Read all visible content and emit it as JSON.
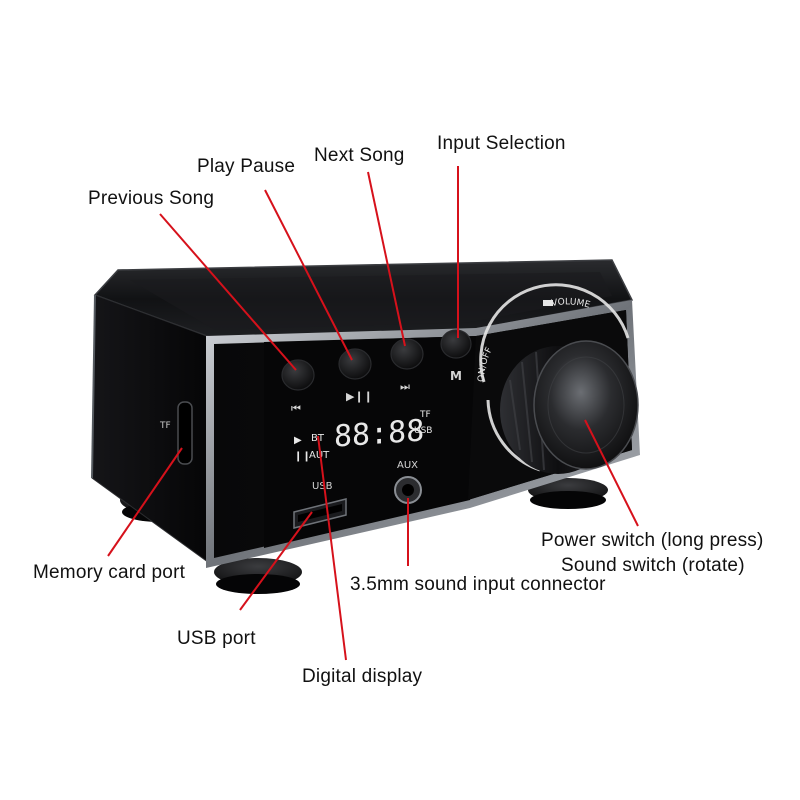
{
  "labels": {
    "previous_song": "Previous Song",
    "play_pause": "Play Pause",
    "next_song": "Next Song",
    "input_selection": "Input Selection",
    "memory_card_port": "Memory card port",
    "usb_port": "USB port",
    "digital_display": "Digital display",
    "sound_input": "3.5mm sound input connector",
    "power_switch": "Power switch (long press)",
    "sound_switch": "Sound switch (rotate)"
  },
  "device": {
    "mode_button_label": "M",
    "side_slot_label": "TF",
    "display_digits": "88:88",
    "display_bt": "BT",
    "display_aut": "AUT",
    "display_tf": "TF",
    "display_usb": "USB",
    "usb_port_label": "USB",
    "aux_label": "AUX",
    "knob_on_off": "ON/OFF",
    "knob_volume": "VOLUME"
  },
  "colors": {
    "leader_line": "#d6111b",
    "body": "#0b0b0c",
    "chrome": "#9a9ea4",
    "display_text": "#e8e8e8"
  }
}
